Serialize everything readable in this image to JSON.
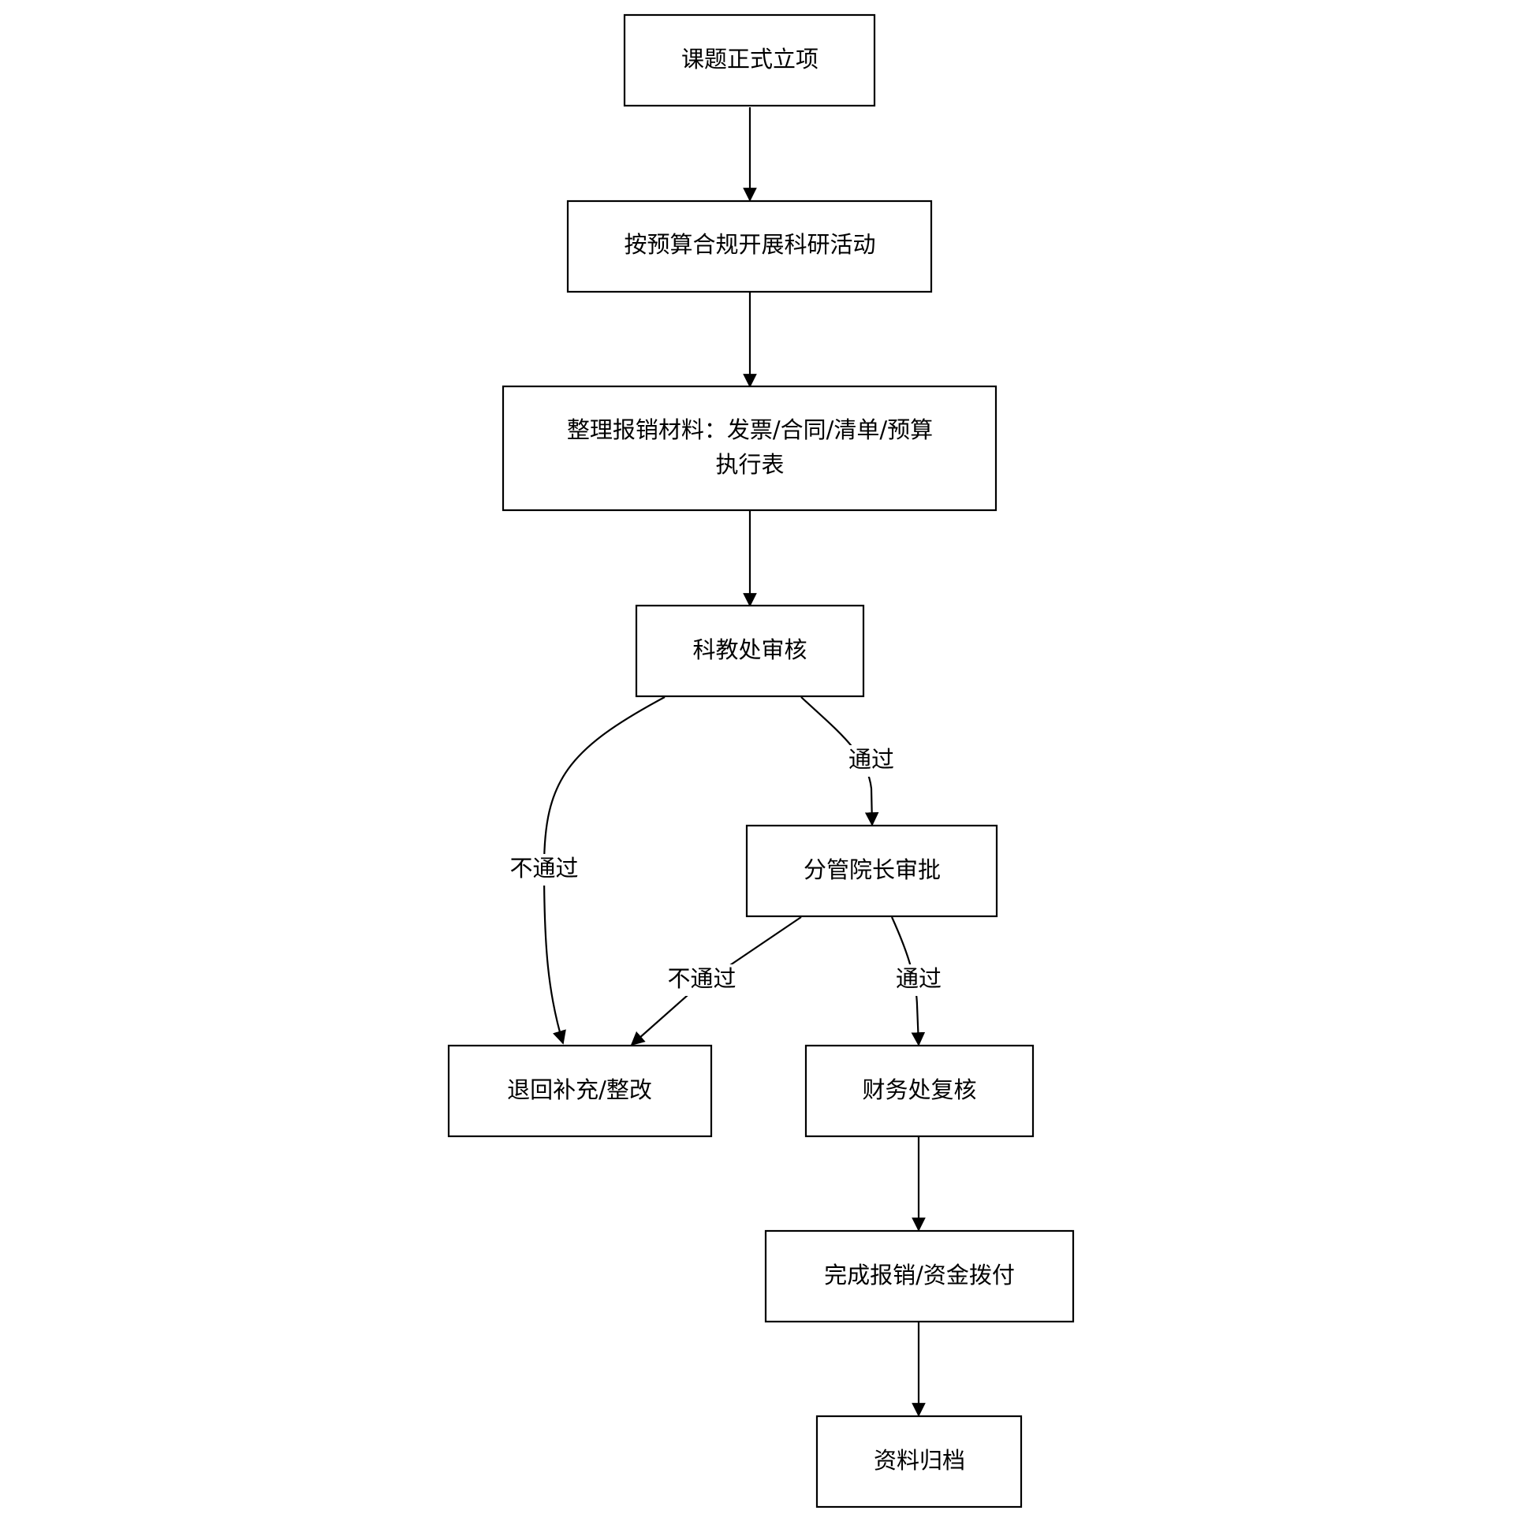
{
  "nodes": {
    "project_approval": "课题正式立项",
    "research_activity": "按预算合规开展科研活动",
    "prepare_materials_line1": "整理报销材料：发票/合同/清单/预算",
    "prepare_materials_line2": "执行表",
    "research_office_review": "科教处审核",
    "vice_president_approval": "分管院长审批",
    "return_revise": "退回补充/整改",
    "finance_recheck": "财务处复核",
    "complete_reimbursement": "完成报销/资金拨付",
    "archive": "资料归档"
  },
  "edge_labels": {
    "review_pass": "通过",
    "review_fail": "不通过",
    "approval_fail": "不通过",
    "approval_pass": "通过"
  }
}
